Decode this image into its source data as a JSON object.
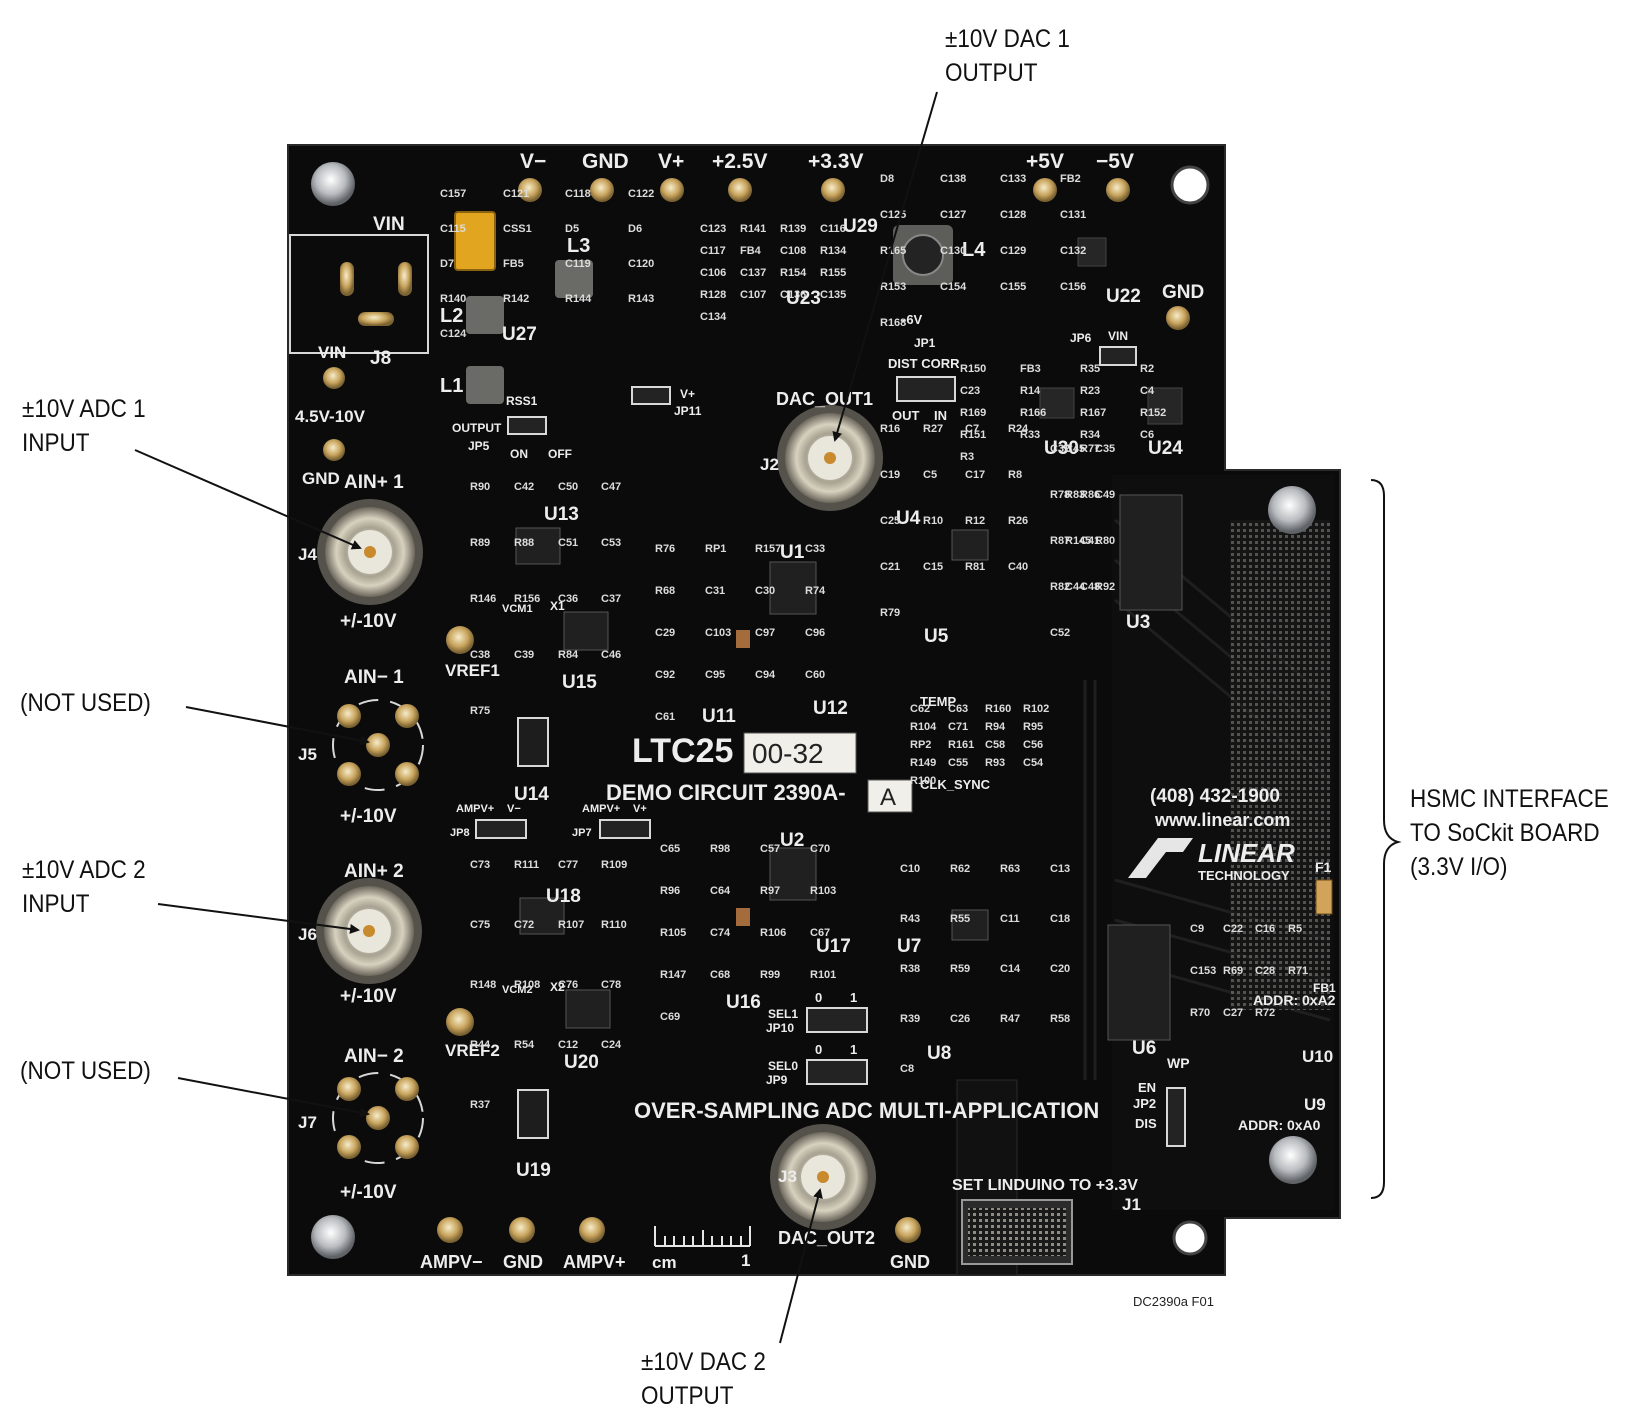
{
  "callouts": {
    "dac1": [
      "±10V DAC 1",
      "OUTPUT"
    ],
    "adc1": [
      "±10V ADC 1",
      "INPUT"
    ],
    "nu1": [
      "(NOT USED)"
    ],
    "adc2": [
      "±10V ADC 2",
      "INPUT"
    ],
    "nu2": [
      "(NOT USED)"
    ],
    "dac2": [
      "±10V DAC 2",
      "OUTPUT"
    ],
    "hsmc": [
      "HSMC INTERFACE",
      "TO SoCkit BOARD",
      "(3.3V I/O)"
    ]
  },
  "figure_id": "DC2390a F01",
  "board": {
    "top_pins": [
      "V−",
      "GND",
      "V+",
      "+2.5V",
      "+3.3V",
      "+5V",
      "−5V"
    ],
    "right_gnd": "GND",
    "vin_label": "VIN",
    "j8": "J8",
    "vin_range": [
      "VIN",
      "4.5V-10V",
      "GND"
    ],
    "ain1p": "AIN+ 1",
    "ain1n": "AIN− 1",
    "ain2p": "AIN+ 2",
    "ain2n": "AIN− 2",
    "pm": "+/-10V",
    "j4": "J4",
    "j5": "J5",
    "j6": "J6",
    "j7": "J7",
    "vref1": "VREF1",
    "vref2": "VREF2",
    "dac_out1": "DAC_OUT1",
    "dac_out2": "DAC_OUT2",
    "j2": "J2",
    "j3": "J3",
    "chip_title": "LTC25",
    "chip_suffix": "00-32",
    "demo": "DEMO CIRCUIT 2390A-",
    "demo_suffix": "A",
    "phone": "(408) 432-1900",
    "web": "www.linear.com",
    "linear": "LINEAR",
    "technology": "TECHNOLOGY",
    "app_title": "OVER-SAMPLING ADC MULTI-APPLICATION",
    "set_linduino": "SET LINDUINO TO +3.3V",
    "j1": "J1",
    "bottom_pins": [
      "AMPV−",
      "GND",
      "AMPV+",
      "GND"
    ],
    "cm": "cm",
    "one": "1",
    "addr_a2": "ADDR: 0xA2",
    "addr_a0": "ADDR: 0xA0",
    "jp_wp": [
      "WP",
      "EN",
      "JP2",
      "DIS"
    ],
    "sel1": [
      "SEL1",
      "JP10"
    ],
    "sel0": [
      "SEL0",
      "JP9"
    ],
    "sel_vals": [
      "0",
      "1"
    ],
    "jp6": [
      "JP6",
      "VIN"
    ],
    "jp1": [
      "JP1",
      "DIST CORR",
      "OUT",
      "IN"
    ],
    "jp5": [
      "RSS1",
      "OUTPUT",
      "JP5",
      "ON",
      "OFF"
    ],
    "jp11": [
      "V+",
      "JP11"
    ],
    "jp8": [
      "AMPV+",
      "V−",
      "JP8"
    ],
    "jp7": [
      "AMPV+",
      "V+",
      "JP7"
    ],
    "clk": "CLK_SYNC",
    "temp": "TEMP",
    "minus6v": "-6V",
    "f1": "F1",
    "fb1": "FB1",
    "x1": [
      "VCM1",
      "X1"
    ],
    "x2": [
      "VCM2",
      "X2"
    ],
    "ics": [
      "U1",
      "U2",
      "U3",
      "U4",
      "U5",
      "U6",
      "U7",
      "U8",
      "U9",
      "U10",
      "U11",
      "U12",
      "U13",
      "U14",
      "U15",
      "U16",
      "U17",
      "U18",
      "U19",
      "U20",
      "U22",
      "U23",
      "U24",
      "U27",
      "U29",
      "U30"
    ],
    "inductors": [
      "L1",
      "L2",
      "L3",
      "L4"
    ],
    "passives": [
      "C157",
      "C121",
      "C118",
      "C122",
      "C115",
      "CSS1",
      "D5",
      "D6",
      "D7",
      "FB5",
      "C119",
      "C120",
      "R140",
      "R142",
      "R144",
      "R143",
      "C124",
      "C123",
      "R141",
      "R139",
      "C116",
      "C117",
      "FB4",
      "C108",
      "R134",
      "C106",
      "C137",
      "R154",
      "R155",
      "R128",
      "C107",
      "C136",
      "C135",
      "C134",
      "D8",
      "C138",
      "C133",
      "FB2",
      "C125",
      "C127",
      "C128",
      "C131",
      "R165",
      "C130",
      "C129",
      "C132",
      "R153",
      "C154",
      "C155",
      "C156",
      "R168",
      "R150",
      "FB3",
      "R35",
      "R2",
      "C23",
      "R14",
      "R23",
      "C4",
      "R169",
      "R166",
      "R167",
      "R152",
      "R151",
      "R33",
      "R34",
      "C6",
      "R3",
      "R16",
      "R27",
      "C7",
      "R24",
      "C19",
      "C5",
      "C17",
      "R8",
      "C25",
      "R10",
      "R12",
      "R26",
      "C21",
      "C15",
      "R81",
      "C40",
      "R79",
      "C32",
      "C45",
      "R77",
      "C35",
      "R78",
      "R83",
      "R86",
      "C49",
      "R87",
      "R145",
      "C41",
      "R80",
      "R82",
      "C44",
      "C48",
      "R92",
      "C52",
      "R90",
      "C42",
      "C50",
      "C47",
      "R89",
      "R88",
      "C51",
      "C53",
      "R146",
      "R156",
      "C36",
      "C37",
      "C38",
      "C39",
      "R84",
      "C46",
      "R75",
      "R76",
      "RP1",
      "R157",
      "C33",
      "R68",
      "C31",
      "C30",
      "R74",
      "C29",
      "C103",
      "C97",
      "C96",
      "C92",
      "C95",
      "C94",
      "C60",
      "C61",
      "C62",
      "C63",
      "R160",
      "R102",
      "R104",
      "C71",
      "R94",
      "R95",
      "RP2",
      "R161",
      "C58",
      "C56",
      "R149",
      "C55",
      "R93",
      "C54",
      "R100",
      "C65",
      "R98",
      "C57",
      "C70",
      "R96",
      "C64",
      "R97",
      "R103",
      "R105",
      "C74",
      "R106",
      "C67",
      "R147",
      "C68",
      "R99",
      "R101",
      "C69",
      "C73",
      "R111",
      "C77",
      "R109",
      "C75",
      "C72",
      "R107",
      "R110",
      "R148",
      "R108",
      "C76",
      "C78",
      "R44",
      "R54",
      "C12",
      "C24",
      "R37",
      "C10",
      "R62",
      "R63",
      "C13",
      "R43",
      "R55",
      "C11",
      "C18",
      "R38",
      "R59",
      "C14",
      "C20",
      "R39",
      "C26",
      "R47",
      "R58",
      "C8",
      "C9",
      "C22",
      "C16",
      "R5",
      "C153",
      "R69",
      "C28",
      "R71",
      "R70",
      "C27",
      "R72"
    ]
  }
}
